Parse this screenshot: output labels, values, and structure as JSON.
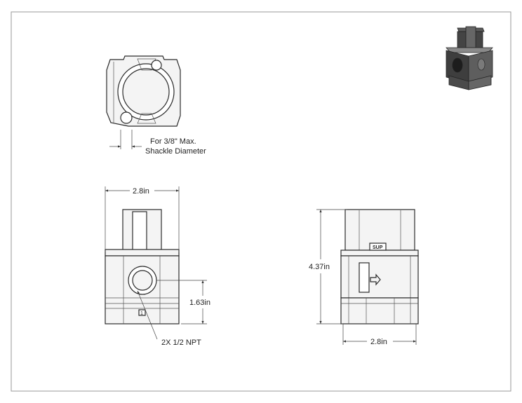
{
  "shackle_note": {
    "line1": "For 3/8\" Max.",
    "line2": "Shackle Diameter"
  },
  "front_view": {
    "width_label": "2.8in",
    "height_label": "1.63in",
    "port_label": "2X 1/2 NPT",
    "port_tag": "1"
  },
  "side_view": {
    "height_label": "4.37in",
    "width_label": "2.8in",
    "tag": "SUP"
  }
}
